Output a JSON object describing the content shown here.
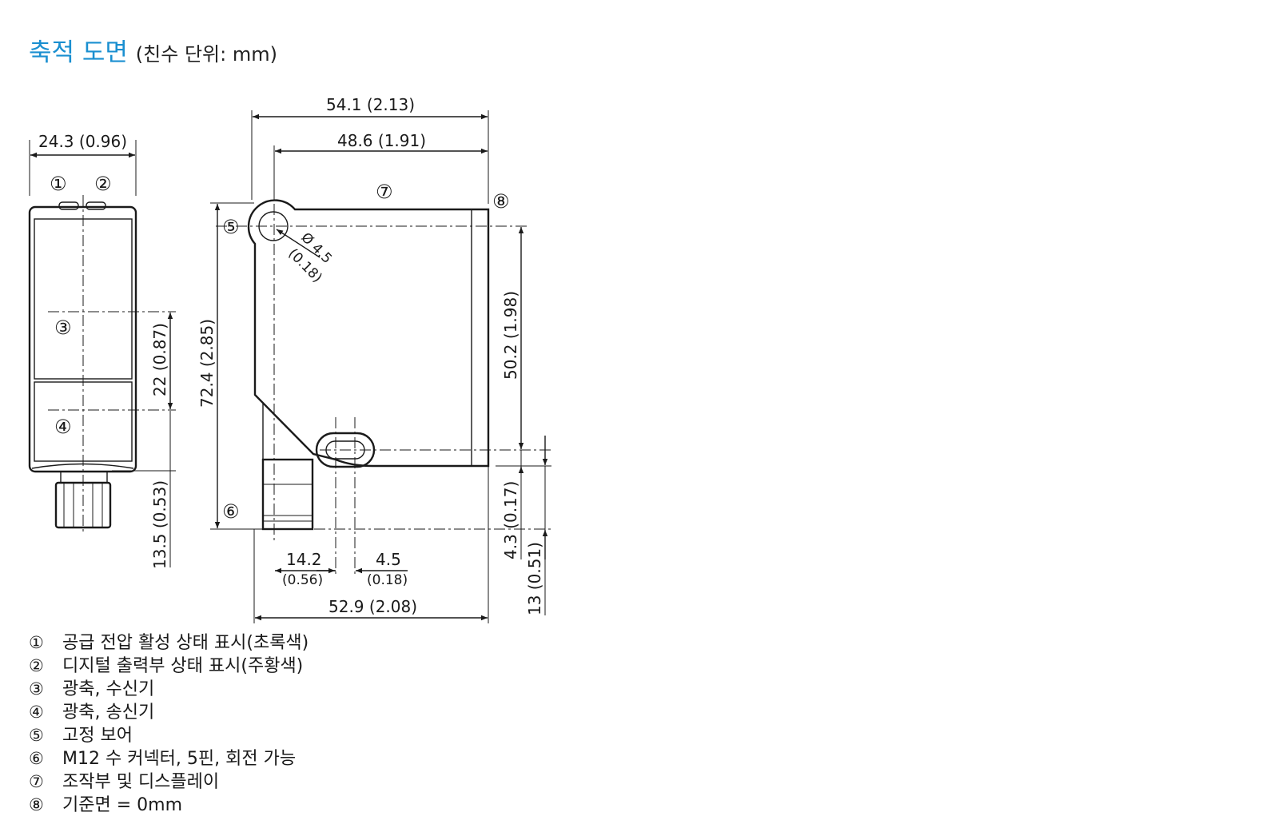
{
  "title": {
    "main": "축적 도면",
    "unit_note": "(친수 단위: mm)"
  },
  "dimensions": {
    "overall_width": "54.1 (2.13)",
    "inner_width": "48.6 (1.91)",
    "side_width": "24.3 (0.96)",
    "height_total": "72.4 (2.85)",
    "height_50": "50.2 (1.98)",
    "optics_22": "22 (0.87)",
    "connector_13_5": "13.5 (0.53)",
    "offset_4_3": "4.3 (0.17)",
    "offset_13": "13 (0.51)",
    "bottom_14_2_a": "14.2",
    "bottom_14_2_b": "(0.56)",
    "bottom_4_5_a": "4.5",
    "bottom_4_5_b": "(0.18)",
    "bottom_52_9": "52.9 (2.08)",
    "hole_dia_a": "Ø 4.5",
    "hole_dia_b": "(0.18)"
  },
  "callouts": [
    "①",
    "②",
    "③",
    "④",
    "⑤",
    "⑥",
    "⑦",
    "⑧"
  ],
  "legend": [
    {
      "num": "①",
      "text": "공급 전압 활성 상태 표시(초록색)"
    },
    {
      "num": "②",
      "text": "디지털 출력부 상태 표시(주황색)"
    },
    {
      "num": "③",
      "text": "광축, 수신기"
    },
    {
      "num": "④",
      "text": "광축, 송신기"
    },
    {
      "num": "⑤",
      "text": "고정 보어"
    },
    {
      "num": "⑥",
      "text": "M12 수 커넥터, 5핀, 회전 가능"
    },
    {
      "num": "⑦",
      "text": "조작부 및 디스플레이"
    },
    {
      "num": "⑧",
      "text": "기준면 = 0mm"
    }
  ]
}
